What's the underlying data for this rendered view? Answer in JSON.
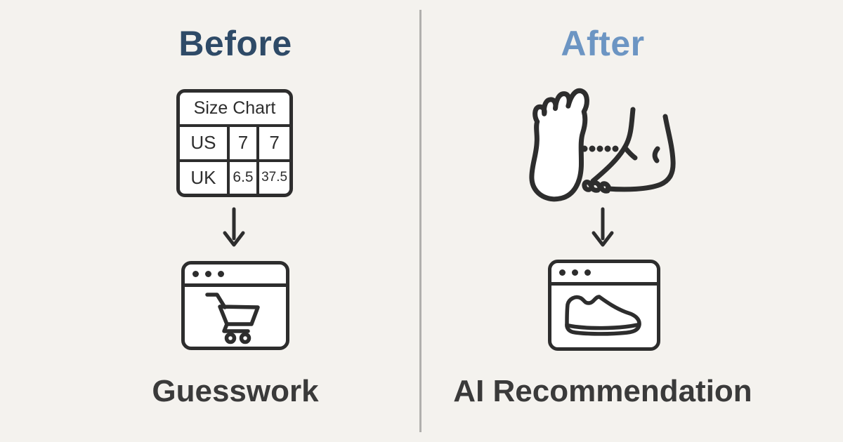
{
  "page": {
    "kind": "before-after comparison infographic",
    "background": "#f4f2ee",
    "divider_color": "#b1b0ad"
  },
  "colors": {
    "background": "#f4f2ee",
    "divider": "#b1b0ad",
    "ink": "#2d2d2d",
    "before_title": "#2e4a67",
    "after_title": "#6c95c3",
    "caption": "#3a3a3a"
  },
  "before": {
    "title": "Before",
    "size_chart": {
      "header": "Size Chart",
      "rows": [
        [
          "US",
          "7",
          "7"
        ],
        [
          "UK",
          "6.5",
          "37.5"
        ]
      ]
    },
    "caption": "Guesswork"
  },
  "after": {
    "title": "After",
    "caption": "AI Recommendation"
  },
  "icons": {
    "left_flow": [
      "size-chart-table",
      "down-arrow-icon",
      "browser-window-with-shopping-cart-icon"
    ],
    "right_flow": [
      "foot-top-view-icon",
      "dotted-measure-line",
      "foot-side-view-icon",
      "down-arrow-icon",
      "browser-window-with-shoe-icon"
    ],
    "browser_dots_count": 3,
    "dotted_line_dots_count": 5
  }
}
